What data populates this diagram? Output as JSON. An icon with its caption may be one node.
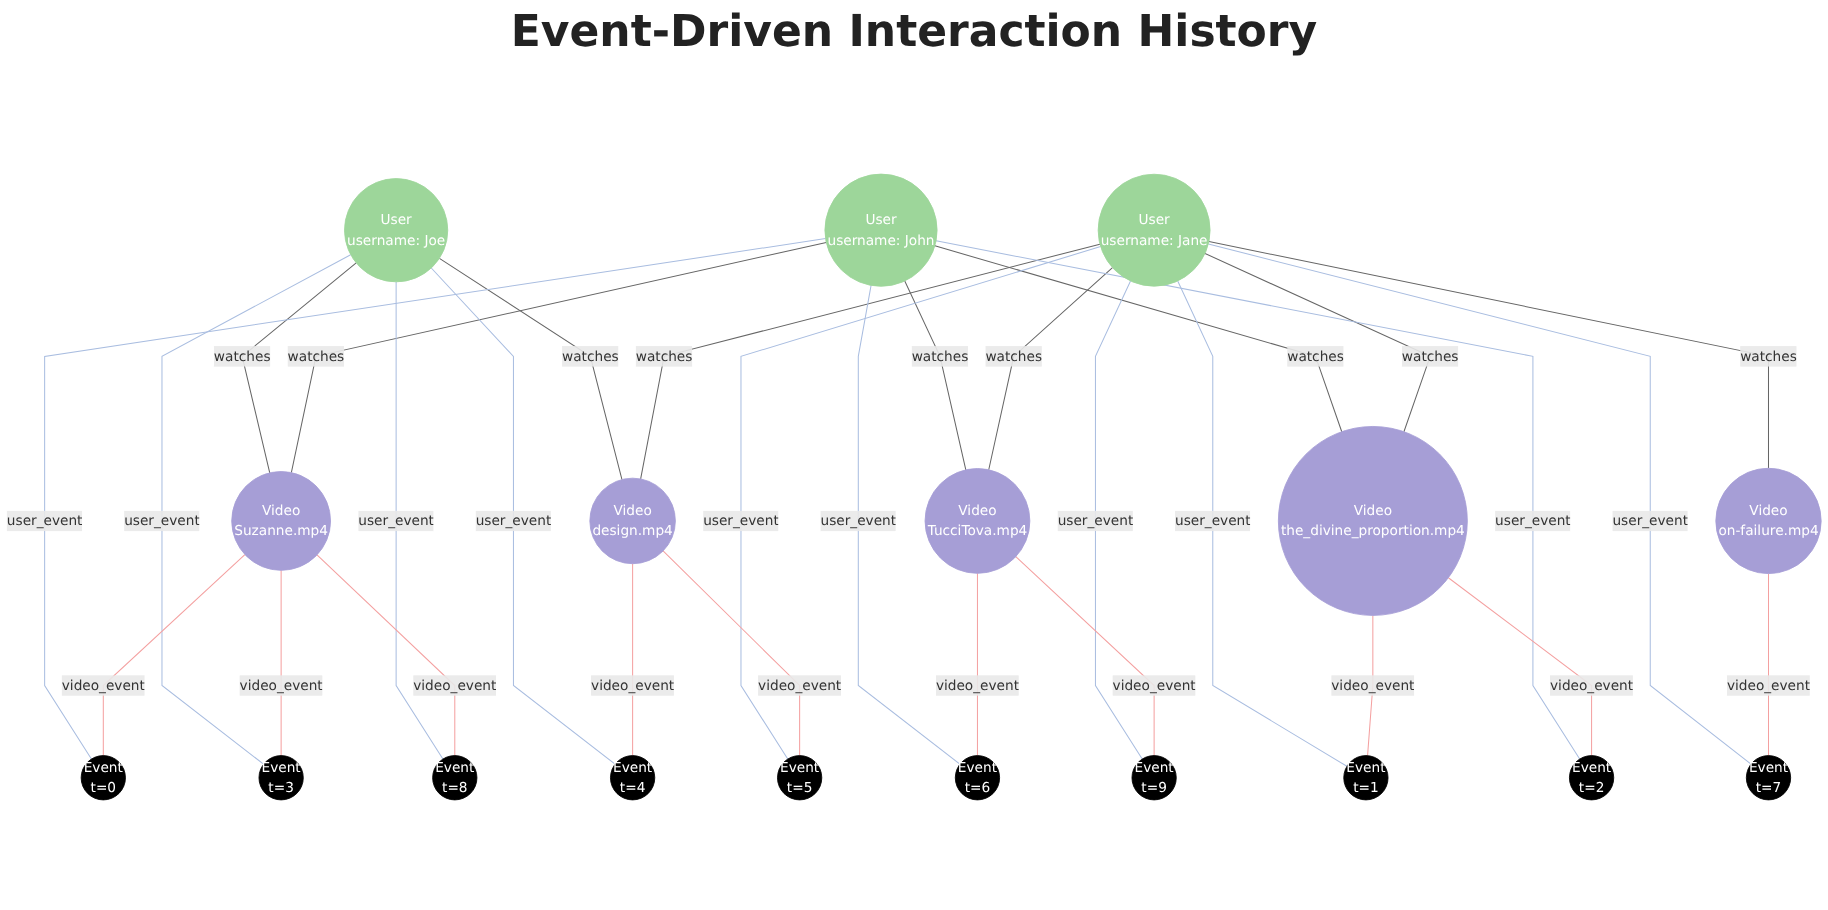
{
  "diagram": {
    "title": "Event-Driven Interaction History",
    "nodes": [
      {
        "text": [
          "User",
          "username: Joe"
        ]
      },
      {
        "text": [
          "User",
          "username: John"
        ]
      },
      {
        "text": [
          "User",
          "username: Jane"
        ]
      },
      {
        "text": [
          "Video",
          "Suzanne.mp4"
        ]
      },
      {
        "text": [
          "Video",
          "design.mp4"
        ]
      },
      {
        "text": [
          "Video",
          "TucciTova.mp4"
        ]
      },
      {
        "text": [
          "Video",
          "the_divine_proportion.mp4"
        ]
      },
      {
        "text": [
          "Video",
          "on-failure.mp4"
        ]
      },
      {
        "text": [
          "Event",
          "t=0"
        ]
      },
      {
        "text": [
          "Event",
          "t=1"
        ]
      },
      {
        "text": [
          "Event",
          "t=2"
        ]
      },
      {
        "text": [
          "Event",
          "t=3"
        ]
      },
      {
        "text": [
          "Event",
          "t=4"
        ]
      },
      {
        "text": [
          "Event",
          "t=5"
        ]
      },
      {
        "text": [
          "Event",
          "t=6"
        ]
      },
      {
        "text": [
          "Event",
          "t=7"
        ]
      },
      {
        "text": [
          "Event",
          "t=8"
        ]
      },
      {
        "text": [
          "Event",
          "t=9"
        ]
      }
    ],
    "edges": [
      {
        "from": 0,
        "to": 3,
        "arrow": "none",
        "label": "watches",
        "color": "#666666"
      },
      {
        "from": 0,
        "to": 4,
        "arrow": "none",
        "label": "watches",
        "color": "#666666"
      },
      {
        "from": 1,
        "to": 3,
        "arrow": "none",
        "label": "watches",
        "color": "#666666"
      },
      {
        "from": 1,
        "to": 5,
        "arrow": "none",
        "label": "watches",
        "color": "#666666"
      },
      {
        "from": 1,
        "to": 6,
        "arrow": "none",
        "label": "watches",
        "color": "#666666"
      },
      {
        "from": 2,
        "to": 4,
        "arrow": "none",
        "label": "watches",
        "color": "#666666"
      },
      {
        "from": 2,
        "to": 5,
        "arrow": "none",
        "label": "watches",
        "color": "#666666"
      },
      {
        "from": 2,
        "to": 6,
        "arrow": "none",
        "label": "watches",
        "color": "#666666"
      },
      {
        "from": 2,
        "to": 7,
        "arrow": "none",
        "label": "watches",
        "color": "#666666"
      },
      {
        "from": 0,
        "to": 11,
        "arrow": "none",
        "label": "user_event",
        "color": "#a9bde0"
      },
      {
        "from": 0,
        "to": 12,
        "arrow": "none",
        "label": "user_event",
        "color": "#a9bde0"
      },
      {
        "from": 0,
        "to": 16,
        "arrow": "none",
        "label": "user_event",
        "color": "#a9bde0"
      },
      {
        "from": 1,
        "to": 8,
        "arrow": "none",
        "label": "user_event",
        "color": "#a9bde0"
      },
      {
        "from": 1,
        "to": 10,
        "arrow": "none",
        "label": "user_event",
        "color": "#a9bde0"
      },
      {
        "from": 1,
        "to": 14,
        "arrow": "none",
        "label": "user_event",
        "color": "#a9bde0"
      },
      {
        "from": 2,
        "to": 9,
        "arrow": "none",
        "label": "user_event",
        "color": "#a9bde0"
      },
      {
        "from": 2,
        "to": 13,
        "arrow": "none",
        "label": "user_event",
        "color": "#a9bde0"
      },
      {
        "from": 2,
        "to": 15,
        "arrow": "none",
        "label": "user_event",
        "color": "#a9bde0"
      },
      {
        "from": 2,
        "to": 17,
        "arrow": "none",
        "label": "user_event",
        "color": "#a9bde0"
      },
      {
        "from": 3,
        "to": 8,
        "arrow": "none",
        "label": "video_event",
        "color": "#f4a0a0"
      },
      {
        "from": 3,
        "to": 11,
        "arrow": "none",
        "label": "video_event",
        "color": "#f4a0a0"
      },
      {
        "from": 3,
        "to": 16,
        "arrow": "none",
        "label": "video_event",
        "color": "#f4a0a0"
      },
      {
        "from": 4,
        "to": 12,
        "arrow": "none",
        "label": "video_event",
        "color": "#f4a0a0"
      },
      {
        "from": 4,
        "to": 13,
        "arrow": "none",
        "label": "video_event",
        "color": "#f4a0a0"
      },
      {
        "from": 5,
        "to": 14,
        "arrow": "none",
        "label": "video_event",
        "color": "#f4a0a0"
      },
      {
        "from": 5,
        "to": 17,
        "arrow": "none",
        "label": "video_event",
        "color": "#f4a0a0"
      },
      {
        "from": 6,
        "to": 9,
        "arrow": "none",
        "label": "video_event",
        "color": "#f4a0a0"
      },
      {
        "from": 6,
        "to": 10,
        "arrow": "none",
        "label": "video_event",
        "color": "#f4a0a0"
      },
      {
        "from": 7,
        "to": 15,
        "arrow": "none",
        "label": "video_event",
        "color": "#f4a0a0"
      }
    ]
  }
}
